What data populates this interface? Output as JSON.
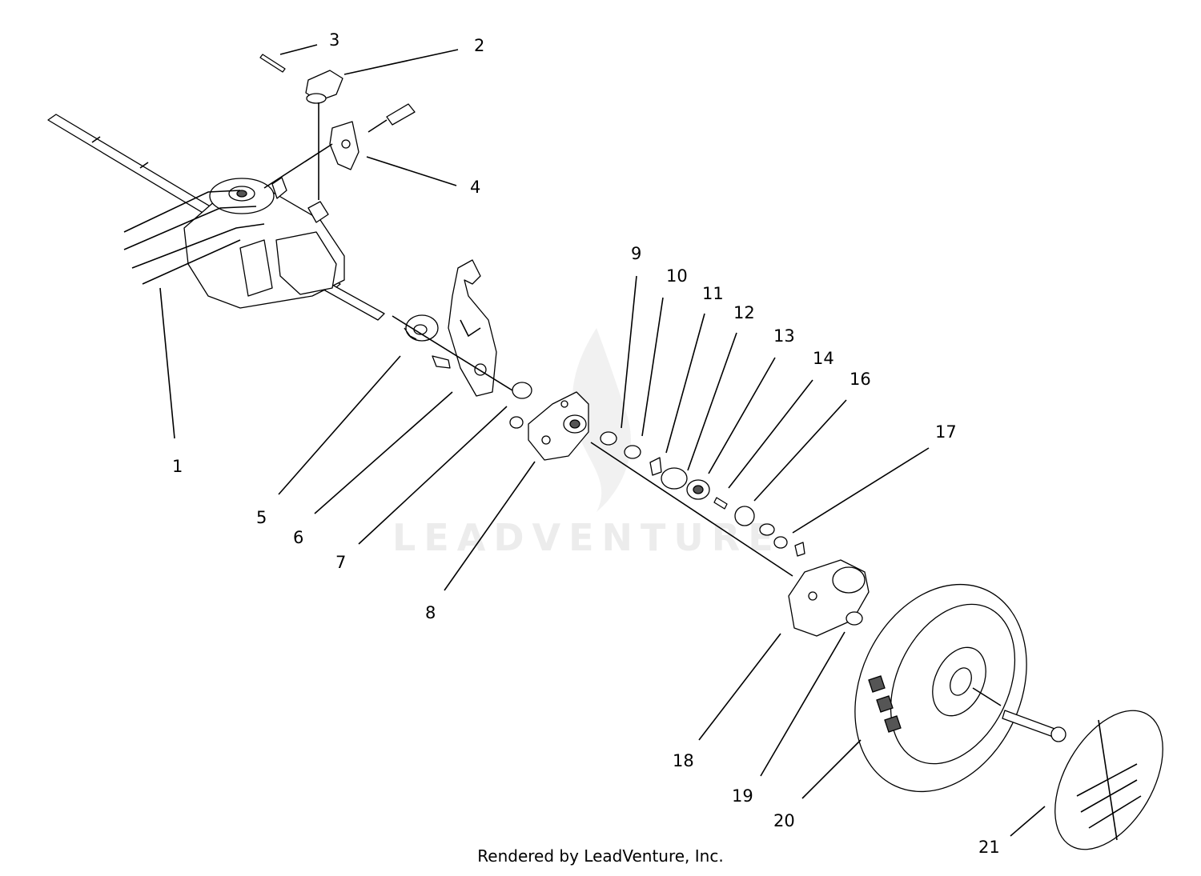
{
  "watermark": "LEADVENTURE",
  "footer": "Rendered by LeadVenture, Inc.",
  "callouts": [
    "1",
    "2",
    "3",
    "4",
    "5",
    "6",
    "7",
    "8",
    "9",
    "10",
    "11",
    "12",
    "13",
    "14",
    "16",
    "17",
    "18",
    "19",
    "20",
    "21"
  ]
}
